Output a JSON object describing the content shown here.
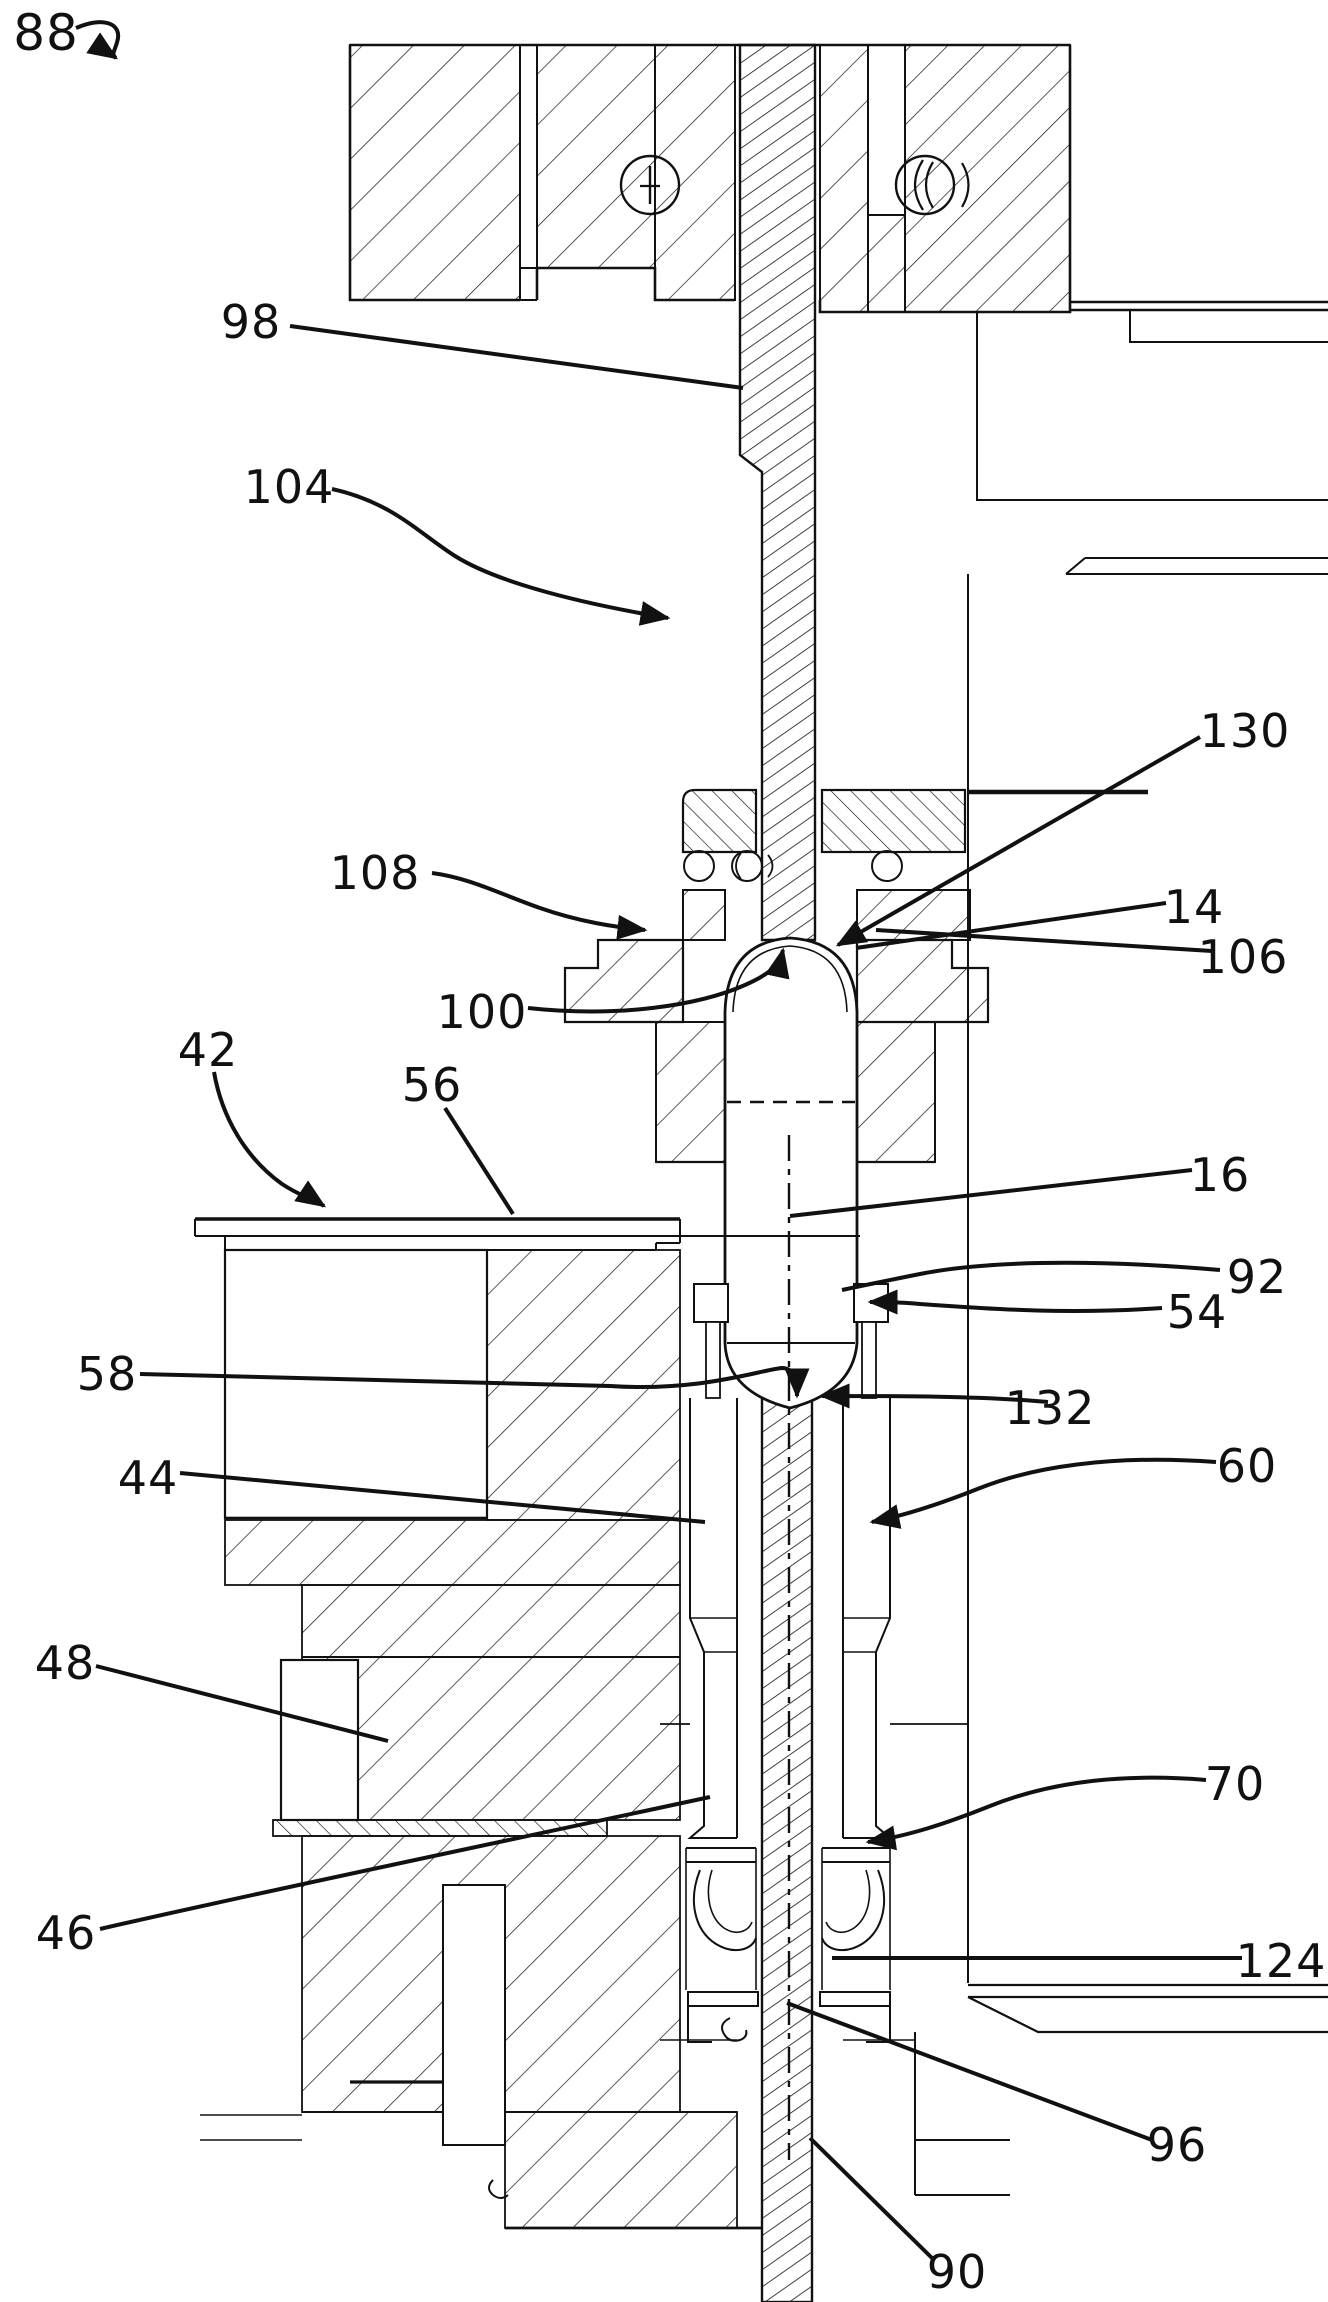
{
  "figure": {
    "figure_type": "patent cross-section drawing",
    "colors": {
      "line": "#111111",
      "background": "#ffffff"
    },
    "labels": [
      {
        "id": "88",
        "text": "88"
      },
      {
        "id": "98",
        "text": "98"
      },
      {
        "id": "104",
        "text": "104"
      },
      {
        "id": "108",
        "text": "108"
      },
      {
        "id": "100",
        "text": "100"
      },
      {
        "id": "42",
        "text": "42"
      },
      {
        "id": "56",
        "text": "56"
      },
      {
        "id": "58",
        "text": "58"
      },
      {
        "id": "44",
        "text": "44"
      },
      {
        "id": "48",
        "text": "48"
      },
      {
        "id": "46",
        "text": "46"
      },
      {
        "id": "130",
        "text": "130"
      },
      {
        "id": "14",
        "text": "14"
      },
      {
        "id": "106",
        "text": "106"
      },
      {
        "id": "16",
        "text": "16"
      },
      {
        "id": "92",
        "text": "92"
      },
      {
        "id": "54",
        "text": "54"
      },
      {
        "id": "132",
        "text": "132"
      },
      {
        "id": "60",
        "text": "60"
      },
      {
        "id": "70",
        "text": "70"
      },
      {
        "id": "124",
        "text": "124"
      },
      {
        "id": "96",
        "text": "96"
      },
      {
        "id": "90",
        "text": "90"
      }
    ]
  }
}
